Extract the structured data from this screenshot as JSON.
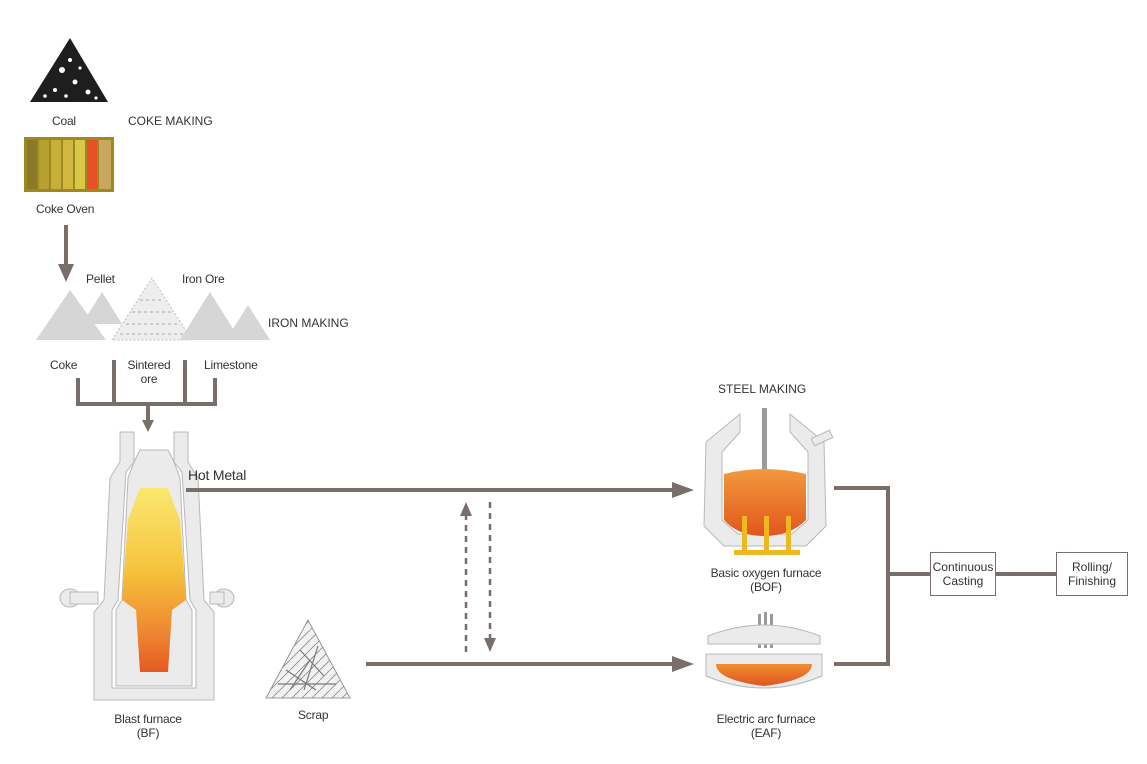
{
  "sections": {
    "coke_making": "COKE MAKING",
    "iron_making": "IRON MAKING",
    "steel_making": "STEEL MAKING"
  },
  "materials": {
    "coal": "Coal",
    "coke_oven": "Coke Oven",
    "pellet": "Pellet",
    "iron_ore": "Iron Ore",
    "coke": "Coke",
    "sintered_ore_line1": "Sintered",
    "sintered_ore_line2": "ore",
    "limestone": "Limestone",
    "scrap": "Scrap"
  },
  "flows": {
    "hot_metal": "Hot Metal"
  },
  "furnaces": {
    "blast_furnace_line1": "Blast furnace",
    "blast_furnace_line2": "(BF)",
    "bof_line1": "Basic oxygen furnace",
    "bof_line2": "(BOF)",
    "eaf_line1": "Electric arc furnace",
    "eaf_line2": "(EAF)"
  },
  "process_boxes": {
    "continuous_casting": "Continuous\nCasting",
    "rolling_finishing": "Rolling/\nFinishing"
  },
  "colors": {
    "connector": "#7a6e6a",
    "pile": "#d6d6d6",
    "hot_metal_orange": "#e8642a",
    "hot_metal_yellow": "#f8e050",
    "support_yellow": "#f0b820"
  }
}
